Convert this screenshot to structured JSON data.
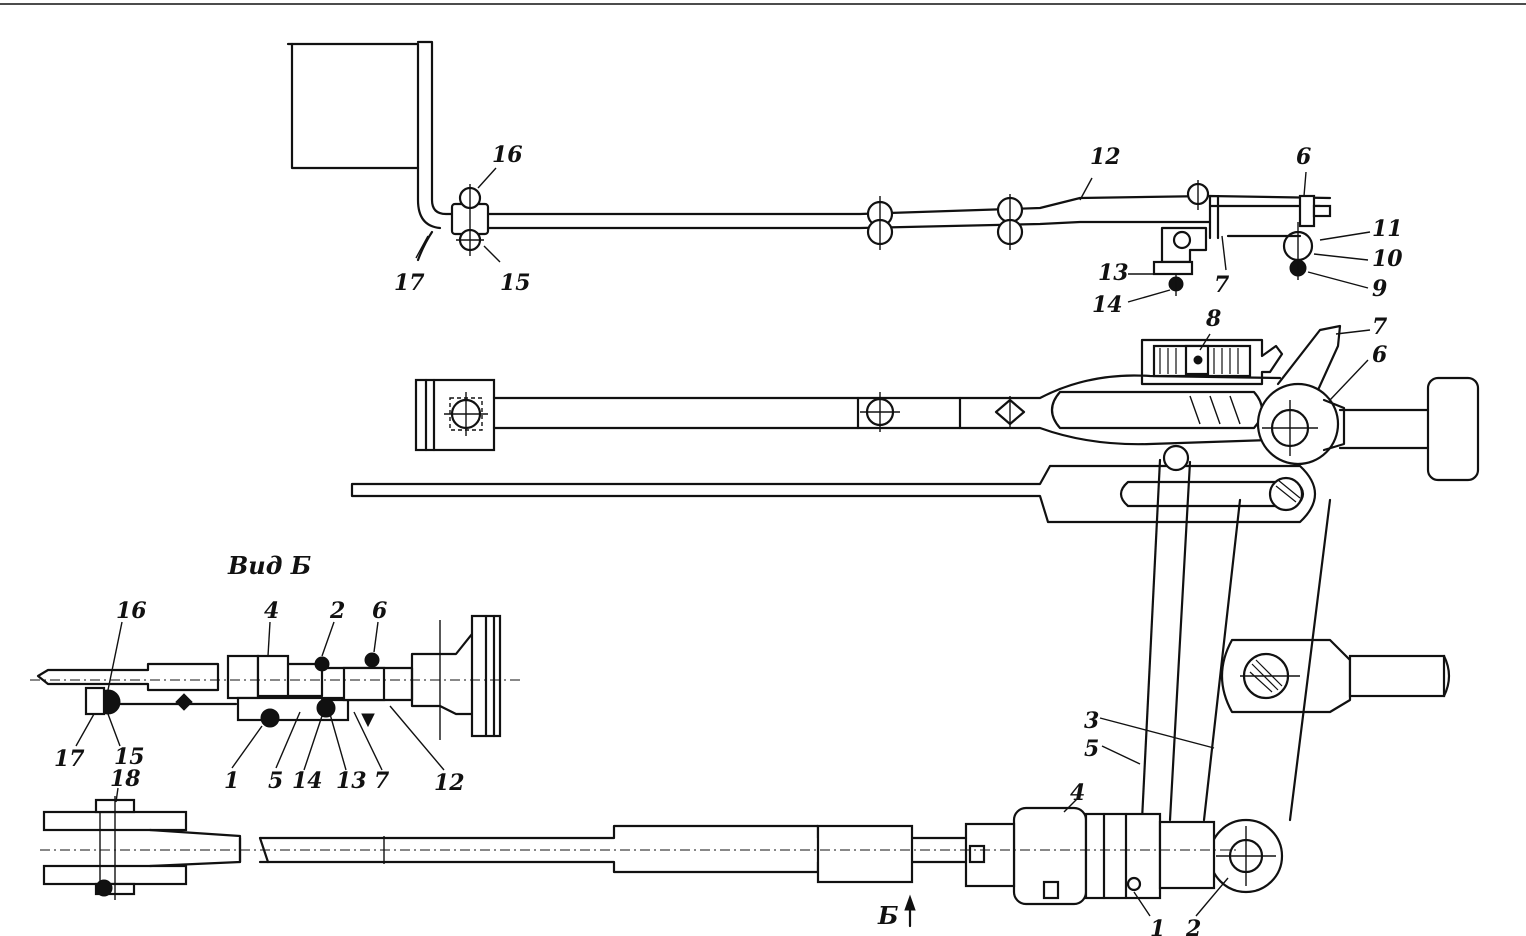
{
  "view_title": "Вид Б",
  "view_arrow_label": "Б",
  "callouts": {
    "top_view": [
      "16",
      "12",
      "6",
      "11",
      "10",
      "9",
      "13",
      "14",
      "15",
      "17",
      "7"
    ],
    "middle_view": [
      "8",
      "7",
      "6"
    ],
    "side_view": [
      "16",
      "4",
      "2",
      "6",
      "17",
      "15",
      "1",
      "5",
      "14",
      "13",
      "7",
      "12"
    ],
    "lower_view": [
      "3",
      "5",
      "4",
      "18",
      "1",
      "2"
    ]
  }
}
